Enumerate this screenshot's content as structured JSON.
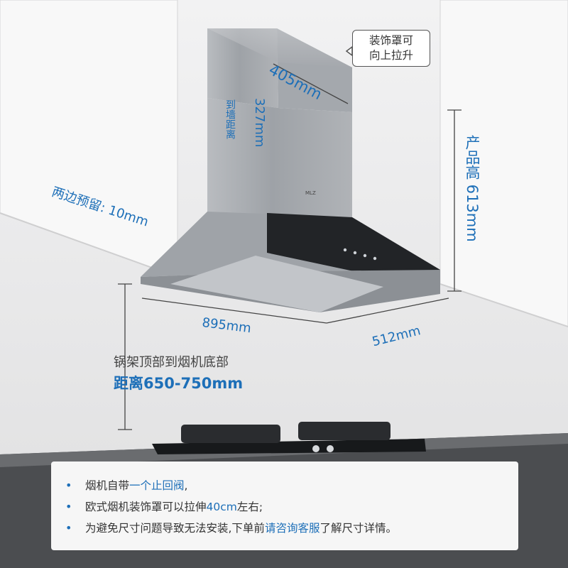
{
  "callout": {
    "line1": "装饰罩可",
    "line2": "向上拉升"
  },
  "dimensions": {
    "chimney_width": "405mm",
    "wall_distance_value": "327mm",
    "wall_distance_label": "到墙距离",
    "side_margin": "两边预留: 10mm",
    "product_height": "产品高 613mm",
    "width": "895mm",
    "depth": "512mm"
  },
  "installation": {
    "line1": "锅架顶部到烟机底部",
    "line2": "距离650-750mm"
  },
  "brand_mark": "MLZ",
  "features": [
    {
      "before": "烟机自带",
      "highlight": "一个止回阀",
      "after": ","
    },
    {
      "before": "欧式烟机装饰罩可以拉伸",
      "highlight": "40cm",
      "after": "左右;"
    },
    {
      "before": "为避免尺寸问题导致无法安装,下单前",
      "highlight": "请咨询客服",
      "after": "了解尺寸详情。"
    }
  ],
  "colors": {
    "accent": "#1d6fb8",
    "steel": "#a9adb2",
    "glass": "#1b1d20"
  }
}
